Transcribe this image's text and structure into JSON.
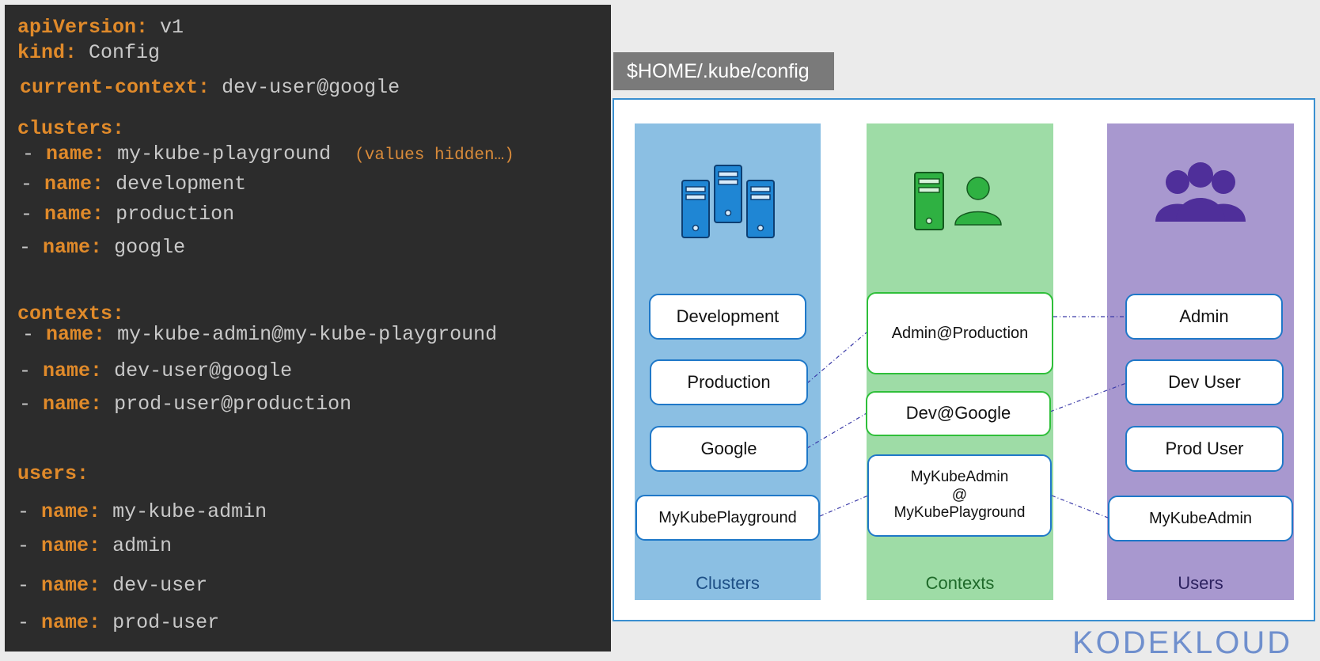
{
  "yaml": {
    "api_key": "apiVersion:",
    "api_val": "v1",
    "kind_key": "kind:",
    "kind_val": "Config",
    "ctx_key": "current-context:",
    "ctx_val": "dev-user@google",
    "clusters_key": "clusters:",
    "contexts_key": "contexts:",
    "users_key": "users:",
    "dash": "-",
    "name_key": "name:",
    "hidden_note": "(values hidden…)",
    "clusters": [
      "my-kube-playground",
      "development",
      "production",
      "google"
    ],
    "contexts": [
      "my-kube-admin@my-kube-playground",
      "dev-user@google",
      "prod-user@production"
    ],
    "users": [
      "my-kube-admin",
      "admin",
      "dev-user",
      "prod-user"
    ]
  },
  "diagram": {
    "path_label": "$HOME/.kube/config",
    "clusters": {
      "label": "Clusters",
      "items": [
        "Development",
        "Production",
        "Google",
        "MyKubePlayground"
      ]
    },
    "contexts": {
      "label": "Contexts",
      "items": [
        "Admin@Production",
        "Dev@Google",
        "MyKubeAdmin\n@\nMyKubePlayground"
      ]
    },
    "users": {
      "label": "Users",
      "items": [
        "Admin",
        "Dev User",
        "Prod User",
        "MyKubeAdmin"
      ]
    }
  },
  "logo_text": "KODEKLOUD",
  "colors": {
    "code_bg": "#2c2c2c",
    "yaml_key": "#e08a2a",
    "yaml_value": "#c9c9c9",
    "clusters_col": "#8bbfe3",
    "contexts_col": "#9edca6",
    "users_col": "#a898cf",
    "cluster_border": "#1f78c8",
    "context_border": "#2fbf3a",
    "link": "#3a3aa8"
  },
  "icons": [
    "server-rack-icon",
    "server-user-icon",
    "users-group-icon"
  ]
}
